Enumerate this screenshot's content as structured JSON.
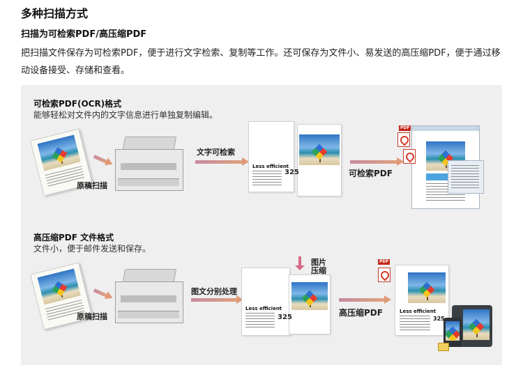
{
  "heading": "多种扫描方式",
  "subheading": "扫描为可检索PDF/高压缩PDF",
  "paragraph": "把扫描文件保存为可检索PDF，便于进行文字检索、复制等工作。还可保存为文件小、易发送的高压缩PDF，便于通过移动设备接受、存储和查看。",
  "diagram": {
    "section1": {
      "title": "可检索PDF(OCR)格式",
      "subtitle": "能够轻松对文件内的文字信息进行单独复制编辑。",
      "original_label": "原稿扫描",
      "step_label": "文字可检索",
      "result_label": "可检索PDF",
      "doc_title": "Less efficient",
      "doc_number": "325",
      "pdf_tag": "PDF"
    },
    "section2": {
      "title": "高压缩PDF  文件格式",
      "subtitle": "文件小，便于邮件发送和保存。",
      "original_label": "原稿扫描",
      "step_label": "图文分别处理",
      "image_label_line1": "图片",
      "image_label_line2": "压缩",
      "result_label": "高压缩PDF",
      "doc_title": "Less efficient",
      "doc_number": "325",
      "pdf_tag": "PDF"
    }
  }
}
